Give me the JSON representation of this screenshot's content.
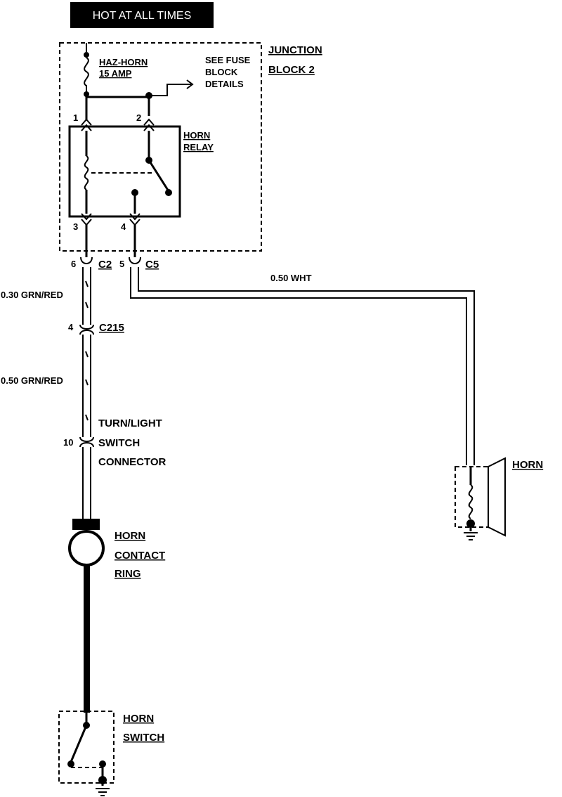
{
  "banner": {
    "text": "HOT AT ALL TIMES"
  },
  "fuse": {
    "name": "HAZ-HORN",
    "rating": "15 AMP"
  },
  "fuse_ref": {
    "line1": "SEE FUSE",
    "line2": "BLOCK",
    "line3": "DETAILS"
  },
  "junction_block": {
    "line1": "JUNCTION",
    "line2": "BLOCK 2"
  },
  "relay": {
    "line1": "HORN",
    "line2": "RELAY",
    "pin1": "1",
    "pin2": "2",
    "pin3": "3",
    "pin4": "4"
  },
  "connectors": {
    "c2": {
      "pin": "6",
      "name": "C2"
    },
    "c5": {
      "pin": "5",
      "name": "C5"
    },
    "c215": {
      "pin": "4",
      "name": "C215"
    },
    "turn_switch": {
      "pin": "10",
      "line1": "TURN/LIGHT",
      "line2": "SWITCH",
      "line3": "CONNECTOR"
    }
  },
  "wires": {
    "upper_grn_red": "0.30 GRN/RED",
    "lower_grn_red": "0.50 GRN/RED",
    "white": "0.50 WHT"
  },
  "components": {
    "horn": "HORN",
    "contact_ring": {
      "line1": "HORN",
      "line2": "CONTACT",
      "line3": "RING"
    },
    "horn_switch": {
      "line1": "HORN",
      "line2": "SWITCH"
    }
  }
}
